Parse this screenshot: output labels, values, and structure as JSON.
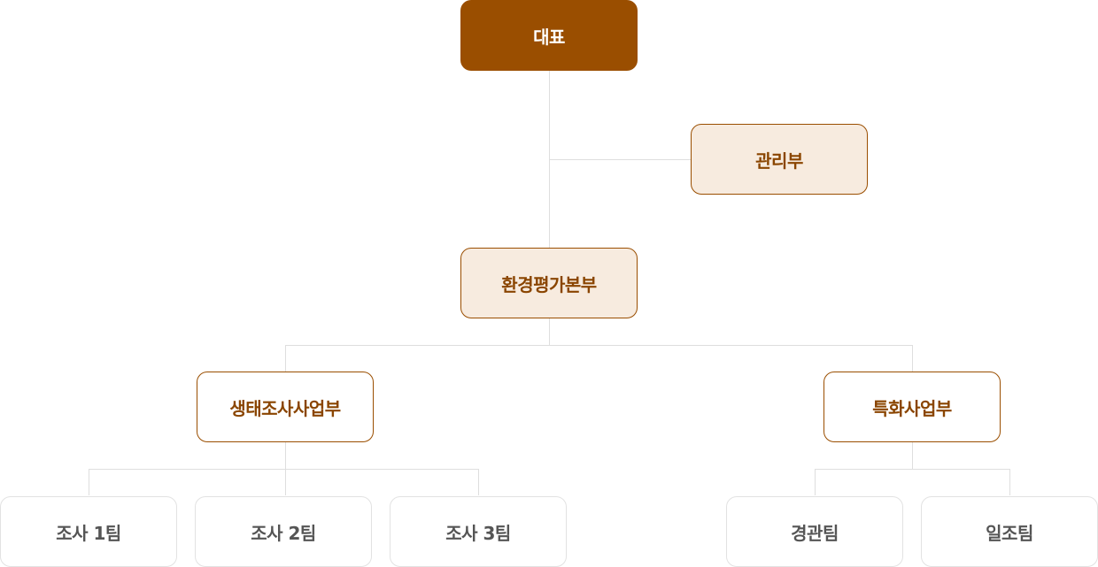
{
  "org_chart": {
    "ceo": "대표",
    "admin": "관리부",
    "env_division": "환경평가본부",
    "eco_dept": "생태조사사업부",
    "special_dept": "특화사업부",
    "eco_teams": [
      "조사 1팀",
      "조사 2팀",
      "조사 3팀"
    ],
    "special_teams": [
      "경관팀",
      "일조팀"
    ]
  },
  "colors": {
    "ceo_fill": "#9a4e00",
    "accent_border": "#9a4e00",
    "light_fill": "#f7ebdf",
    "connector": "#dedede",
    "team_border": "#e2e2e2",
    "team_text": "#555555"
  }
}
